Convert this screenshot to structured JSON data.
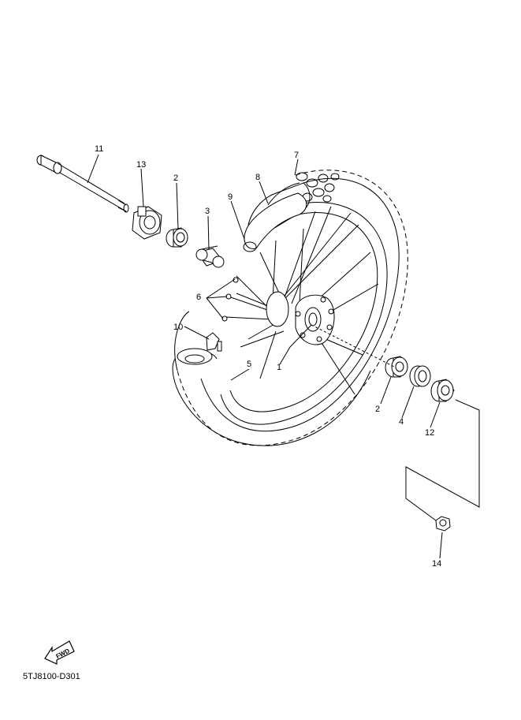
{
  "callouts": [
    {
      "id": "c1",
      "label": "1"
    },
    {
      "id": "c2a",
      "label": "2"
    },
    {
      "id": "c2b",
      "label": "2"
    },
    {
      "id": "c3",
      "label": "3"
    },
    {
      "id": "c4",
      "label": "4"
    },
    {
      "id": "c5",
      "label": "5"
    },
    {
      "id": "c6",
      "label": "6"
    },
    {
      "id": "c7",
      "label": "7"
    },
    {
      "id": "c8",
      "label": "8"
    },
    {
      "id": "c9",
      "label": "9"
    },
    {
      "id": "c10",
      "label": "10"
    },
    {
      "id": "c11",
      "label": "11"
    },
    {
      "id": "c12",
      "label": "12"
    },
    {
      "id": "c13",
      "label": "13"
    },
    {
      "id": "c14",
      "label": "14"
    }
  ],
  "fwd_label": "FWD",
  "diagram_code": "5TJ8100-D301"
}
